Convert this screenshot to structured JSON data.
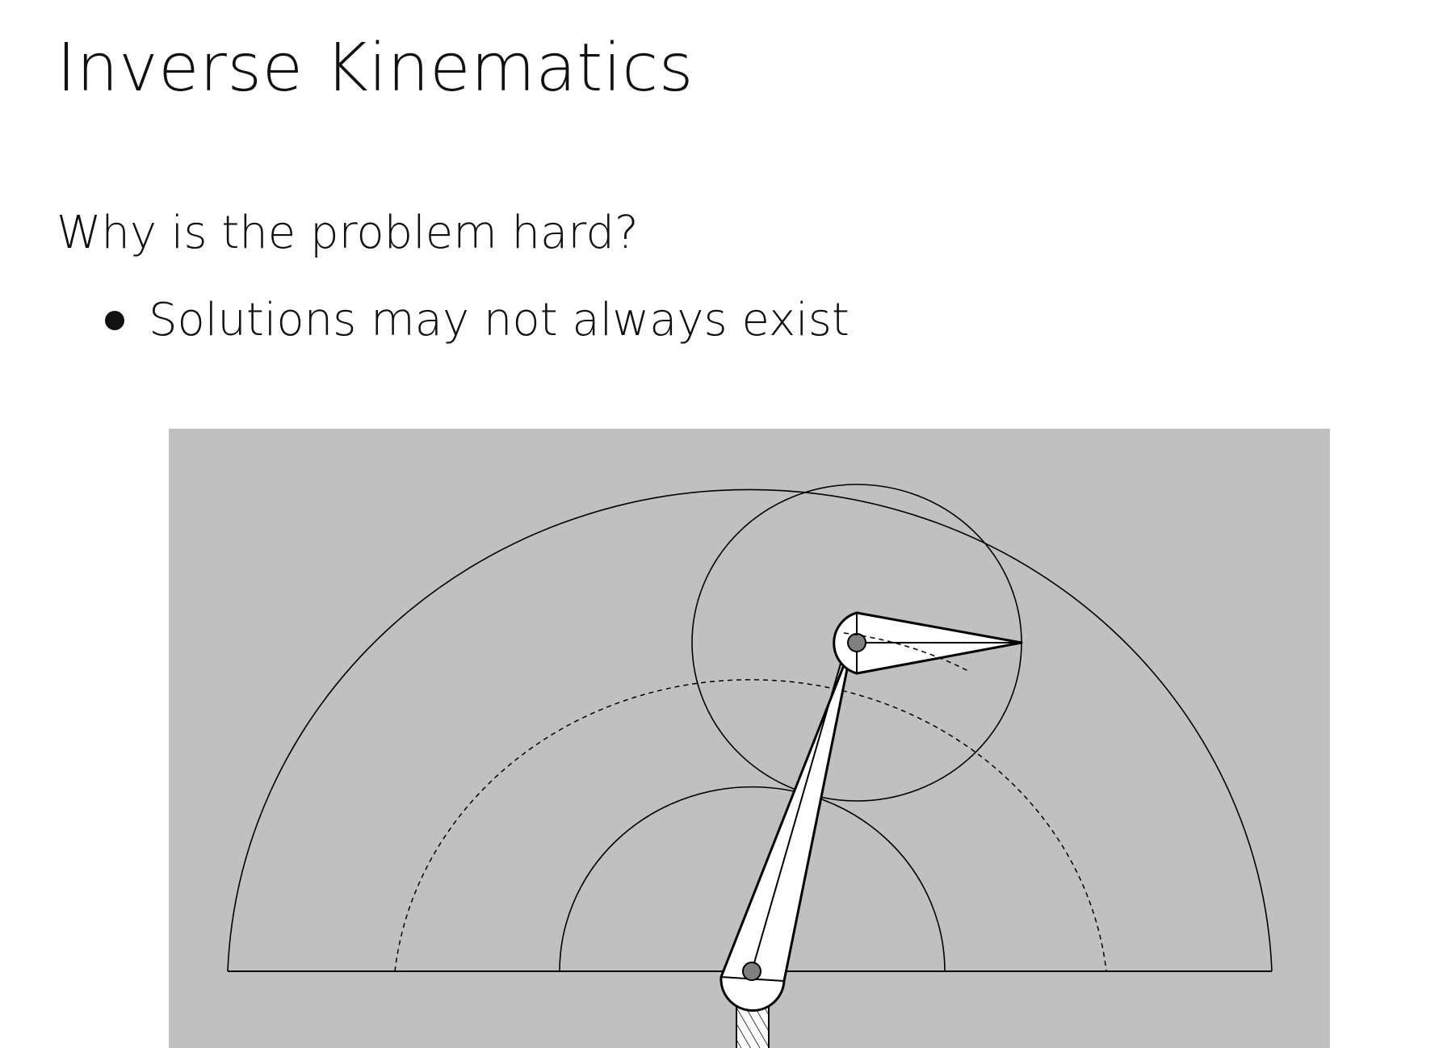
{
  "slide": {
    "title": "Inverse Kinematics",
    "question": "Why is the problem hard?",
    "bullets": [
      "Solutions may not always exist"
    ]
  },
  "figure": {
    "background_color": "#c0c0c0",
    "stroke_color": "#000000",
    "link_fill": "#ffffff",
    "joint_fill": "#808080",
    "elements": [
      "outer-workspace-semicircle",
      "dashed-reach-semicircle",
      "inner-workspace-semicircle",
      "link2-reach-circle",
      "link1",
      "link2",
      "base-joint",
      "elbow-joint",
      "base-post"
    ]
  }
}
